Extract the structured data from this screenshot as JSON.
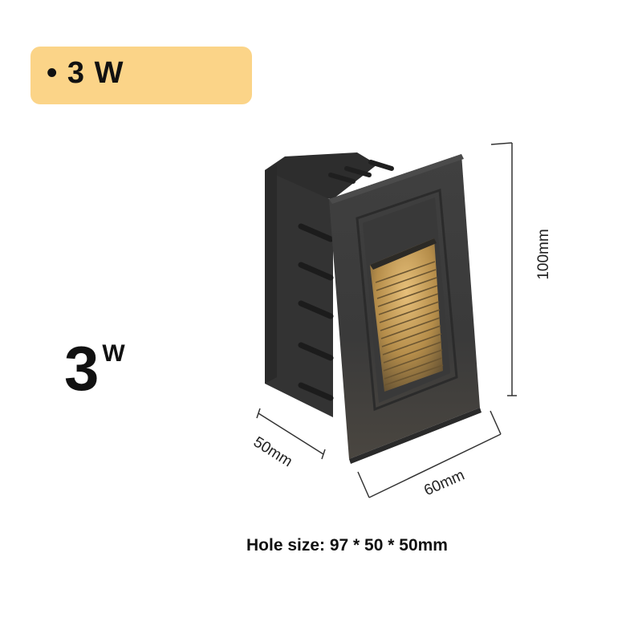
{
  "badge": {
    "bullet": "•",
    "label": "3 W",
    "color": "#fbd488"
  },
  "power": {
    "value": "3",
    "unit": "W"
  },
  "dimensions": {
    "height": "100mm",
    "width": "60mm",
    "depth": "50mm"
  },
  "hole_size": "Hole size: 97 * 50 * 50mm",
  "colors": {
    "housing": "#3a3a3a",
    "glow": "#c9a15a"
  }
}
